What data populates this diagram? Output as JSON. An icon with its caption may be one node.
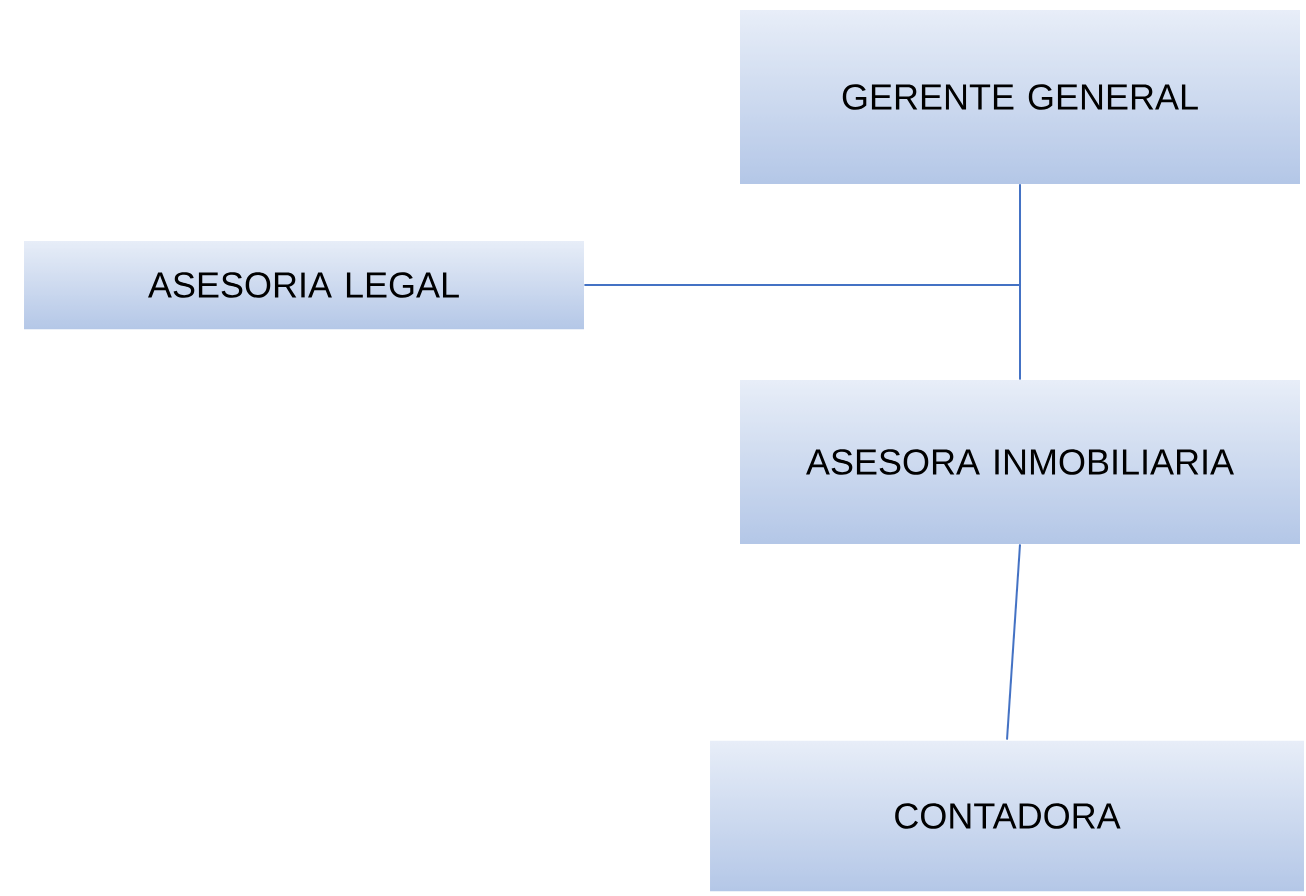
{
  "diagram": {
    "nodes": [
      {
        "text": [
          "GERENTE GENERAL"
        ]
      },
      {
        "text": [
          "ASESORIA LEGAL"
        ]
      },
      {
        "text": [
          "ASESORA INMOBILIARIA"
        ]
      },
      {
        "text": [
          "CONTADORA"
        ]
      }
    ],
    "edges": [
      {
        "from": 0,
        "to": 1,
        "arrow": "none"
      },
      {
        "from": 0,
        "to": 2,
        "arrow": "none"
      },
      {
        "from": 2,
        "to": 3,
        "arrow": "none"
      }
    ]
  }
}
